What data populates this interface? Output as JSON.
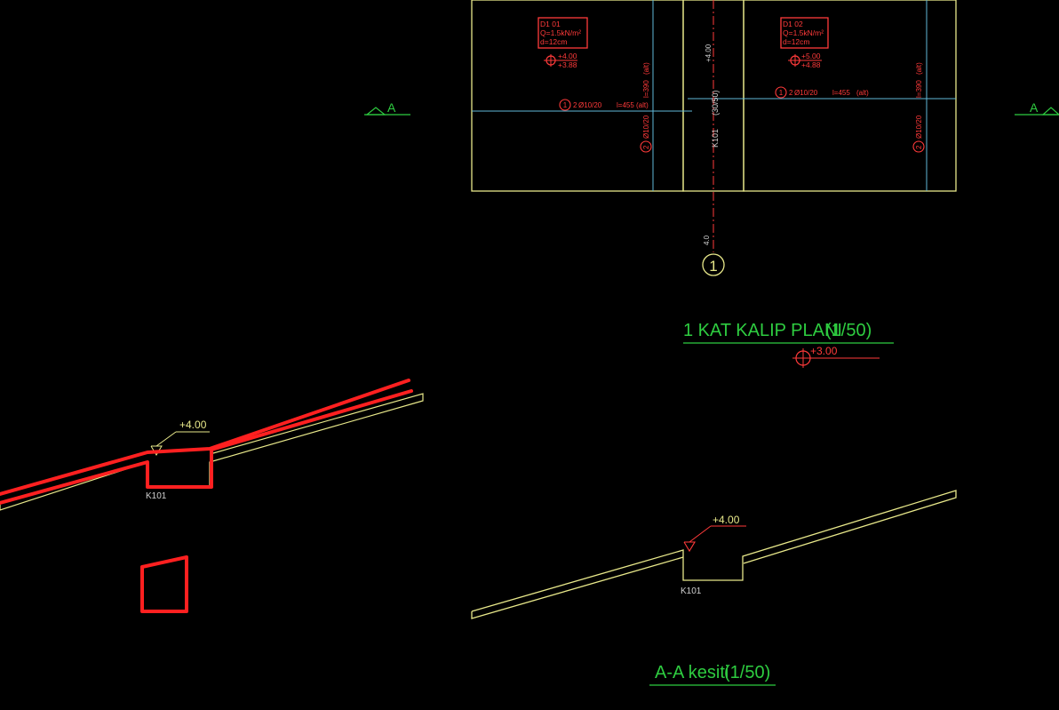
{
  "plan": {
    "title": "1 KAT KALIP PLANI",
    "scale": "(1/50)",
    "level": "+3.00",
    "slab_left": {
      "id": "D1 01",
      "load": "Q=1.5kN/m²",
      "thickness": "d=12cm",
      "level_top": "+4.00",
      "level_bottom": "+3.88"
    },
    "slab_right": {
      "id": "D1 02",
      "load": "Q=1.5kN/m²",
      "thickness": "d=12cm",
      "level_top": "+5.00",
      "level_bottom": "+4.88"
    },
    "rebar_left_h": "Ø10/20",
    "rebar_left_h_len": "l=455",
    "rebar_left_h_tag": "(alt)",
    "rebar_right_h": "Ø10/20",
    "rebar_right_h_len": "l=455",
    "rebar_right_h_tag": "(alt)",
    "rebar_left_v": "Ø10/20",
    "rebar_left_v_len": "l=390",
    "rebar_left_v_tag": "(alt)",
    "rebar_right_v": "Ø10/20",
    "rebar_right_v_len": "l=390",
    "rebar_right_v_tag": "(alt)",
    "mark_1": "1",
    "mark_2": "2",
    "beam": "K101",
    "beam_dim": "(30/50)",
    "axis_label": "1",
    "axis_text": "4.0",
    "axis_top_text": "+4.00",
    "section_mark_left": "A",
    "section_mark_right": "A"
  },
  "section": {
    "title": "A-A kesiti",
    "scale": "(1/50)",
    "level": "+4.00",
    "beam": "K101"
  },
  "markup_copy": {
    "level": "+4.00",
    "beam": "K101"
  },
  "colors": {
    "background": "#000000",
    "outline": "#e8e88a",
    "grid": "#5fb8d8",
    "annotation_red": "#ff3a3a",
    "title_green": "#2ecc40",
    "markup_red": "#ff2020"
  }
}
